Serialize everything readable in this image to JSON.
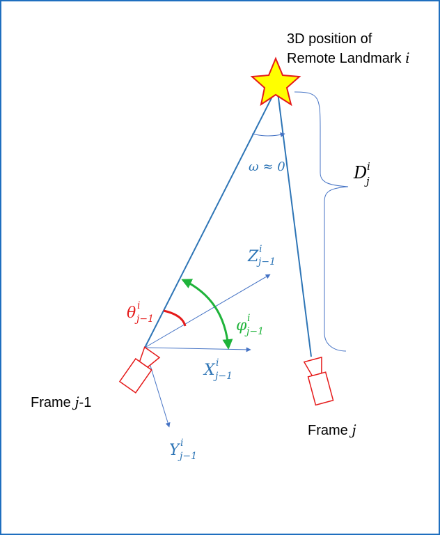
{
  "landmark": {
    "line1": "3D position of",
    "line2_prefix": "Remote Landmark ",
    "line2_var": "i"
  },
  "omega_label": "ω ≈ 0",
  "distance": {
    "symbol": "D",
    "sub": "j",
    "sup": "i"
  },
  "axes_prev": {
    "z": {
      "symbol": "Z",
      "sub": "j−1",
      "sup": "i"
    },
    "x": {
      "symbol": "X",
      "sub": "j−1",
      "sup": "i"
    },
    "y": {
      "symbol": "Y",
      "sub": "j−1",
      "sup": "i"
    }
  },
  "theta": {
    "symbol": "θ",
    "sub": "j−1",
    "sup": "i"
  },
  "phi": {
    "symbol": "φ",
    "sub": "j−1",
    "sup": "i"
  },
  "frame_prev": {
    "prefix": "Frame ",
    "var": "j",
    "suffix": "-1"
  },
  "frame_curr": {
    "prefix": "Frame ",
    "var": "j"
  },
  "colors": {
    "border": "#1f6fbf",
    "ray": "#2e75b6",
    "axis": "#4472c4",
    "theta": "#e51a1a",
    "phi": "#1fb33a",
    "camera": "#e51a1a",
    "star_fill": "#ffff00",
    "star_stroke": "#e51a1a",
    "text_blue": "#2e75b6",
    "text_dark": "#000000"
  }
}
